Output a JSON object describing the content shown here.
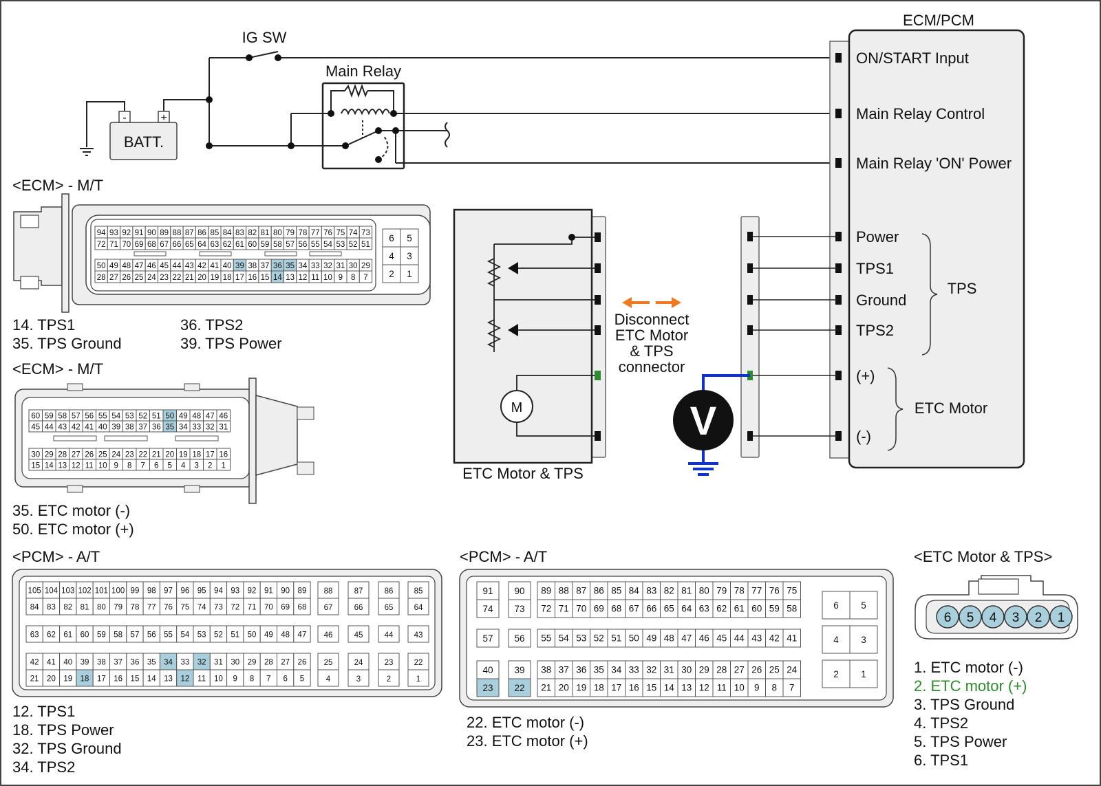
{
  "colors": {
    "highlight": "#a9cfdc",
    "orange": "#f07a22",
    "blue": "#1133cc",
    "green": "#2e8b2e",
    "panel": "#eeeeee",
    "line": "#222222"
  },
  "top": {
    "ig_sw": "IG SW",
    "main_relay": "Main Relay",
    "batt": "BATT.",
    "batt_neg": "-",
    "batt_pos": "+",
    "ecm_title": "ECM/PCM"
  },
  "ecm_pins": [
    "ON/START Input",
    "Main Relay Control",
    "Main Relay 'ON' Power",
    "Power",
    "TPS1",
    "Ground",
    "TPS2",
    "(+)",
    "(-)"
  ],
  "groups": {
    "tps": "TPS",
    "etc_motor": "ETC Motor"
  },
  "etc": {
    "title": "ETC Motor & TPS",
    "motor": "M",
    "disconnect": [
      "Disconnect",
      "ETC Motor",
      "& TPS",
      "connector"
    ],
    "meter": "V"
  },
  "ecm_mt1": {
    "title": "<ECM> - M/T",
    "row1": [
      "94",
      "93",
      "92",
      "91",
      "90",
      "89",
      "88",
      "87",
      "86",
      "85",
      "84",
      "83",
      "82",
      "81",
      "80",
      "79",
      "78",
      "77",
      "76",
      "75",
      "74",
      "73"
    ],
    "row2": [
      "72",
      "71",
      "70",
      "69",
      "68",
      "67",
      "66",
      "65",
      "64",
      "63",
      "62",
      "61",
      "60",
      "59",
      "58",
      "57",
      "56",
      "55",
      "54",
      "53",
      "52",
      "51"
    ],
    "row3": [
      "50",
      "49",
      "48",
      "47",
      "46",
      "45",
      "44",
      "43",
      "42",
      "41",
      "40",
      "39",
      "38",
      "37",
      "36",
      "35",
      "34",
      "33",
      "32",
      "31",
      "30",
      "29"
    ],
    "row4": [
      "28",
      "27",
      "26",
      "25",
      "24",
      "23",
      "22",
      "21",
      "20",
      "19",
      "18",
      "17",
      "16",
      "15",
      "14",
      "13",
      "12",
      "11",
      "10",
      "9",
      "8",
      "7"
    ],
    "side": [
      [
        "6",
        "5"
      ],
      [
        "4",
        "3"
      ],
      [
        "2",
        "1"
      ]
    ],
    "highlight": [
      "39",
      "36",
      "35",
      "14"
    ],
    "notes_left": [
      "14. TPS1",
      "35. TPS Ground"
    ],
    "notes_right": [
      "36. TPS2",
      "39. TPS Power"
    ]
  },
  "ecm_mt2": {
    "title": "<ECM> - M/T",
    "row1": [
      "60",
      "59",
      "58",
      "57",
      "56",
      "55",
      "54",
      "53",
      "52",
      "51",
      "50",
      "49",
      "48",
      "47",
      "46"
    ],
    "row2": [
      "45",
      "44",
      "43",
      "42",
      "41",
      "40",
      "39",
      "38",
      "37",
      "36",
      "35",
      "34",
      "33",
      "32",
      "31"
    ],
    "row3": [
      "30",
      "29",
      "28",
      "27",
      "26",
      "25",
      "24",
      "23",
      "22",
      "21",
      "20",
      "19",
      "18",
      "17",
      "16"
    ],
    "row4": [
      "15",
      "14",
      "13",
      "12",
      "11",
      "10",
      "9",
      "8",
      "7",
      "6",
      "5",
      "4",
      "3",
      "2",
      "1"
    ],
    "highlight": [
      "50",
      "35"
    ],
    "notes": [
      "35. ETC motor (-)",
      "50. ETC motor (+)"
    ]
  },
  "pcm_at1": {
    "title": "<PCM> - A/T",
    "r1": [
      "105",
      "104",
      "103",
      "102",
      "101",
      "100",
      "99",
      "98",
      "97",
      "96",
      "95",
      "94",
      "93",
      "92",
      "91",
      "90",
      "89"
    ],
    "r2": [
      "84",
      "83",
      "82",
      "81",
      "80",
      "79",
      "78",
      "77",
      "76",
      "75",
      "74",
      "73",
      "72",
      "71",
      "70",
      "69",
      "68"
    ],
    "r3": [
      "63",
      "62",
      "61",
      "60",
      "59",
      "58",
      "57",
      "56",
      "55",
      "54",
      "53",
      "52",
      "51",
      "50",
      "49",
      "48",
      "47"
    ],
    "r4": [
      "42",
      "41",
      "40",
      "39",
      "38",
      "37",
      "36",
      "35",
      "34",
      "33",
      "32",
      "31",
      "30",
      "29",
      "28",
      "27",
      "26"
    ],
    "r5": [
      "21",
      "20",
      "19",
      "18",
      "17",
      "16",
      "15",
      "14",
      "13",
      "12",
      "11",
      "10",
      "9",
      "8",
      "7",
      "6",
      "5"
    ],
    "s1": [
      "88",
      "87",
      "86",
      "85"
    ],
    "s2": [
      "67",
      "66",
      "65",
      "64"
    ],
    "s3": [
      "46",
      "45",
      "44",
      "43"
    ],
    "s4": [
      "25",
      "24",
      "23",
      "22"
    ],
    "s5": [
      "4",
      "3",
      "2",
      "1"
    ],
    "highlight": [
      "34",
      "32",
      "18",
      "12"
    ],
    "notes": [
      "12. TPS1",
      "18. TPS Power",
      "32. TPS Ground",
      "34. TPS2"
    ]
  },
  "pcm_at2": {
    "title": "<PCM> - A/T",
    "a1": [
      "91",
      "90"
    ],
    "a2": [
      "74",
      "73"
    ],
    "a3": [
      "57",
      "56"
    ],
    "a4": [
      "40",
      "39"
    ],
    "a5": [
      "23",
      "22"
    ],
    "m1": [
      "89",
      "88",
      "87",
      "86",
      "85",
      "84",
      "83",
      "82",
      "81",
      "80",
      "79",
      "78",
      "77",
      "76",
      "75"
    ],
    "m2": [
      "72",
      "71",
      "70",
      "69",
      "68",
      "67",
      "66",
      "65",
      "64",
      "63",
      "62",
      "61",
      "60",
      "59",
      "58"
    ],
    "m3": [
      "55",
      "54",
      "53",
      "52",
      "51",
      "50",
      "49",
      "48",
      "47",
      "46",
      "45",
      "44",
      "43",
      "42",
      "41"
    ],
    "m4": [
      "38",
      "37",
      "36",
      "35",
      "34",
      "33",
      "32",
      "31",
      "30",
      "29",
      "28",
      "27",
      "26",
      "25",
      "24"
    ],
    "m5": [
      "21",
      "20",
      "19",
      "18",
      "17",
      "16",
      "15",
      "14",
      "13",
      "12",
      "11",
      "10",
      "9",
      "8",
      "7"
    ],
    "side": [
      [
        "6",
        "5"
      ],
      [
        "4",
        "3"
      ],
      [
        "2",
        "1"
      ]
    ],
    "highlight": [
      "23",
      "22"
    ],
    "notes": [
      "22. ETC motor (-)",
      "23. ETC motor (+)"
    ]
  },
  "etc_conn": {
    "title": "<ETC Motor & TPS>",
    "pins": [
      "6",
      "5",
      "4",
      "3",
      "2",
      "1"
    ],
    "notes": [
      "1. ETC motor (-)",
      "2. ETC motor (+)",
      "3. TPS Ground",
      "4. TPS2",
      "5. TPS Power",
      "6. TPS1"
    ],
    "highlight_note": "2. ETC motor (+)"
  }
}
